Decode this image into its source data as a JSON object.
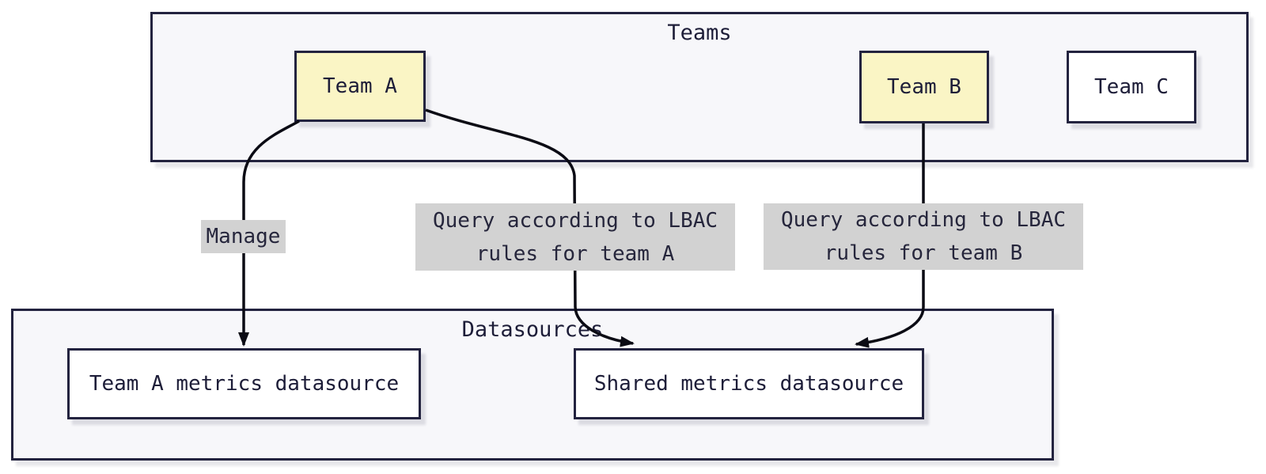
{
  "diagram": {
    "containers": [
      {
        "id": "teams",
        "title": "Teams"
      },
      {
        "id": "datasources",
        "title": "Datasources"
      }
    ],
    "nodes": [
      {
        "id": "team-a",
        "label": "Team A",
        "variant": "highlight"
      },
      {
        "id": "team-b",
        "label": "Team B",
        "variant": "highlight"
      },
      {
        "id": "team-c",
        "label": "Team C",
        "variant": "default"
      },
      {
        "id": "team-a-metrics",
        "label": "Team A metrics datasource",
        "variant": "default"
      },
      {
        "id": "shared-metrics",
        "label": "Shared metrics datasource",
        "variant": "default"
      }
    ],
    "edges": [
      {
        "from": "team-a",
        "to": "team-a-metrics",
        "label": "Manage"
      },
      {
        "from": "team-a",
        "to": "shared-metrics",
        "label": "Query according to LBAC rules for team A"
      },
      {
        "from": "team-b",
        "to": "shared-metrics",
        "label": "Query according to LBAC rules for team B"
      }
    ],
    "colors": {
      "container_fill": "#f7f7fa",
      "border": "#23233f",
      "node_fill": "#ffffff",
      "highlight_fill": "#faf5c5",
      "edge_label_bg": "#d2d2d2",
      "text": "#1d1d38",
      "edge_stroke": "#0b0b14",
      "page_bg": "#ffffff"
    }
  }
}
